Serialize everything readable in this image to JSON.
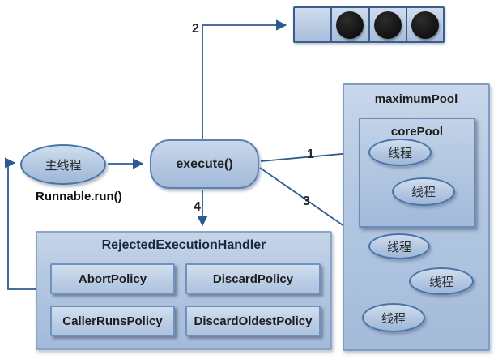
{
  "colors": {
    "node_fill": "#b3c7e1",
    "node_border": "#5a82b4",
    "container_border": "#7e9cc4",
    "queue_border": "#3c5c8e",
    "arrow": "#2e5b8f",
    "task_dot": "#111111",
    "background": "#ffffff"
  },
  "main_thread": {
    "label": "主线程"
  },
  "runnable_label": "Runnable.run()",
  "execute_node": {
    "label": "execute()"
  },
  "queue": {
    "cell_count": 4,
    "filled_count": 3,
    "empty_count": 1
  },
  "arrow_labels": {
    "to_core_pool": "1",
    "to_queue": "2",
    "to_maximum_pool": "3",
    "to_handler": "4"
  },
  "maximum_pool": {
    "title": "maximumPool",
    "threads": [
      "线程",
      "线程",
      "线程"
    ]
  },
  "core_pool": {
    "title": "corePool",
    "threads": [
      "线程",
      "线程"
    ]
  },
  "handler": {
    "title": "RejectedExecutionHandler",
    "policies": [
      "AbortPolicy",
      "DiscardPolicy",
      "CallerRunsPolicy",
      "DiscardOldestPolicy"
    ]
  }
}
